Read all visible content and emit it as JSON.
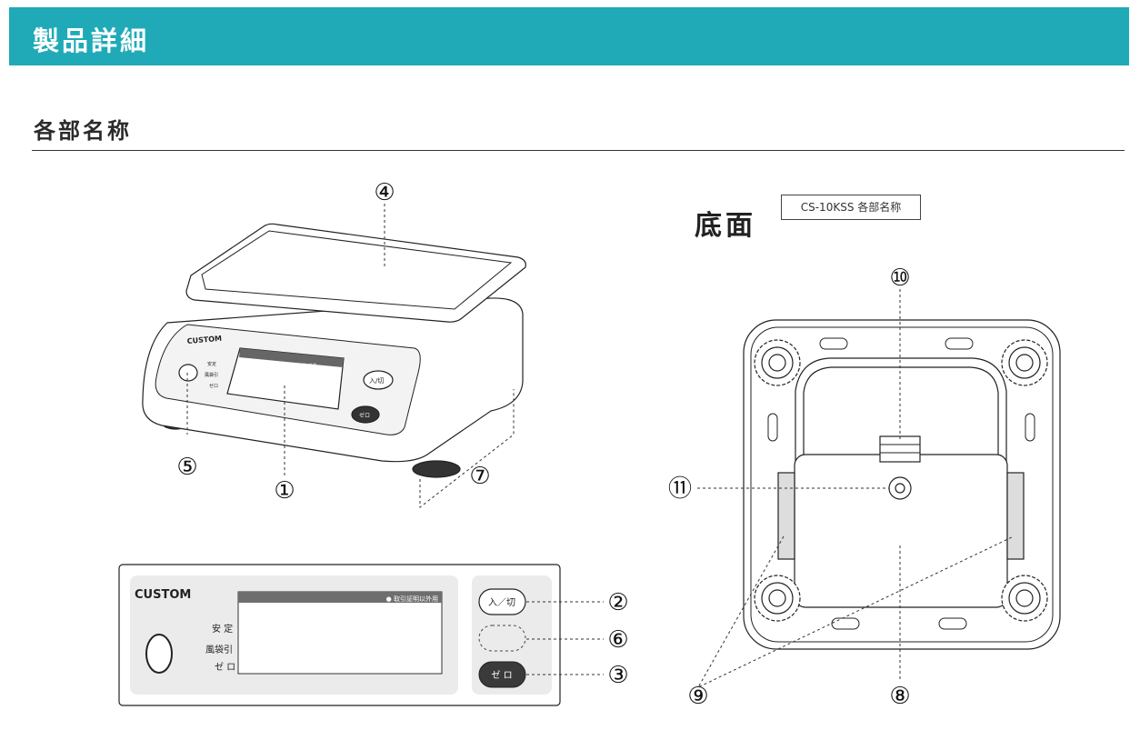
{
  "header": {
    "title": "製品詳細"
  },
  "section": {
    "title": "各部名称"
  },
  "bottom_view": {
    "title": "底面",
    "caption": "CS-10KSS 各部名称"
  },
  "scale": {
    "brand": "CUSTOM",
    "indicators": [
      "安定",
      "風袋引",
      "ゼロ"
    ],
    "screen_note": "取引証明以外用",
    "btn_power": "入/切",
    "btn_zero": "ゼロ"
  },
  "panel": {
    "brand": "CUSTOM",
    "indicators": [
      "安 定",
      "風袋引",
      "ゼ ロ"
    ],
    "screen_note": "● 取引証明以外用",
    "btn_power": "入／切",
    "btn_zero": "ゼ ロ"
  },
  "callouts": {
    "c1": "①",
    "c2": "②",
    "c3": "③",
    "c4": "④",
    "c5": "⑤",
    "c6": "⑥",
    "c7": "⑦",
    "c8": "⑧",
    "c9": "⑨",
    "c10": "⑩",
    "c11": "⑪"
  }
}
